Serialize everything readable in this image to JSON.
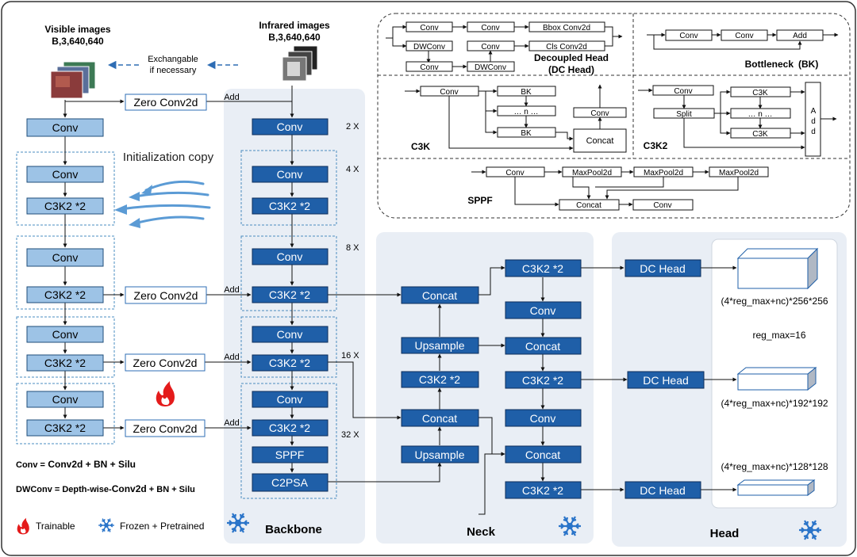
{
  "inputs": {
    "visible_title": "Visible images",
    "visible_shape": "B,3,640,640",
    "infrared_title": "Infrared images",
    "infrared_shape": "B,3,640,640",
    "exchange_line1": "Exchangable",
    "exchange_line2": "if necessary"
  },
  "labels": {
    "conv": "Conv",
    "c3k2x2": "C3K2 *2",
    "zero_conv": "Zero Conv2d",
    "add": "Add",
    "sppf": "SPPF",
    "c2psa": "C2PSA",
    "concat": "Concat",
    "upsample": "Upsample",
    "dc_head": "DC Head",
    "init_copy": "Initialization copy"
  },
  "scales": {
    "s2": "2 X",
    "s4": "4 X",
    "s8": "8 X",
    "s16": "16 X",
    "s32": "32 X"
  },
  "sections": {
    "backbone": "Backbone",
    "neck": "Neck",
    "head": "Head"
  },
  "outputs": {
    "out1": "(4*reg_max+nc)*256*256",
    "regmax": "reg_max=16",
    "out2": "(4*reg_max+nc)*192*192",
    "out3": "(4*reg_max+nc)*128*128"
  },
  "legend": {
    "conv_def_a": "Conv =",
    "conv_def_b": " Conv2d + BN + Silu",
    "dwconv_def_a": "DWConv = Depth-wise-",
    "dwconv_def_b": "Conv2d",
    "dwconv_def_c": " + BN + Silu",
    "trainable": "Trainable",
    "frozen": "Frozen + Pretrained"
  },
  "modules": {
    "dc_head": {
      "title1": "Decoupled Head",
      "title2": "(DC Head)",
      "conv": "Conv",
      "dwconv": "DWConv",
      "bbox": "Bbox Conv2d",
      "cls": "Cls Conv2d"
    },
    "bottleneck": {
      "title": "Bottleneck",
      "abbr": "(BK)",
      "conv": "Conv",
      "add": "Add"
    },
    "c3k": {
      "title": "C3K",
      "conv": "Conv",
      "bk": "BK",
      "dots": "… n …",
      "concat": "Concat"
    },
    "c3k2": {
      "title": "C3K2",
      "conv": "Conv",
      "split": "Split",
      "c3k": "C3K",
      "dots": "… n …",
      "add_a": "A",
      "add_d1": "d",
      "add_d2": "d"
    },
    "sppf": {
      "title": "SPPF",
      "conv": "Conv",
      "maxpool": "MaxPool2d",
      "concat": "Concat"
    }
  },
  "colors": {
    "dark_block": "#1f5fa8",
    "light_block": "#9dc3e6",
    "panel_bg": "#e9eef5",
    "flame": "#e41b1b",
    "snowflake": "#2a74c9"
  }
}
